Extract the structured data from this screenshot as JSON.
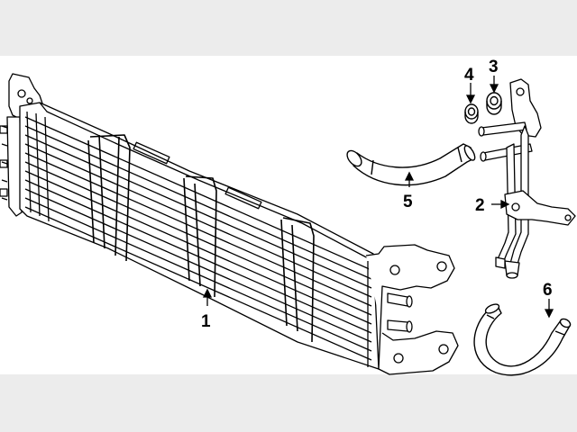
{
  "diagram": {
    "colors": {
      "band_background": "#ececec",
      "panel_background": "#ffffff",
      "line": "#000000"
    },
    "callouts": [
      {
        "id": "1",
        "label": "1",
        "part": "cooler"
      },
      {
        "id": "2",
        "label": "2",
        "part": "tube-assembly"
      },
      {
        "id": "3",
        "label": "3",
        "part": "washer"
      },
      {
        "id": "4",
        "label": "4",
        "part": "washer"
      },
      {
        "id": "5",
        "label": "5",
        "part": "upper-hose"
      },
      {
        "id": "6",
        "label": "6",
        "part": "lower-hose"
      }
    ]
  }
}
